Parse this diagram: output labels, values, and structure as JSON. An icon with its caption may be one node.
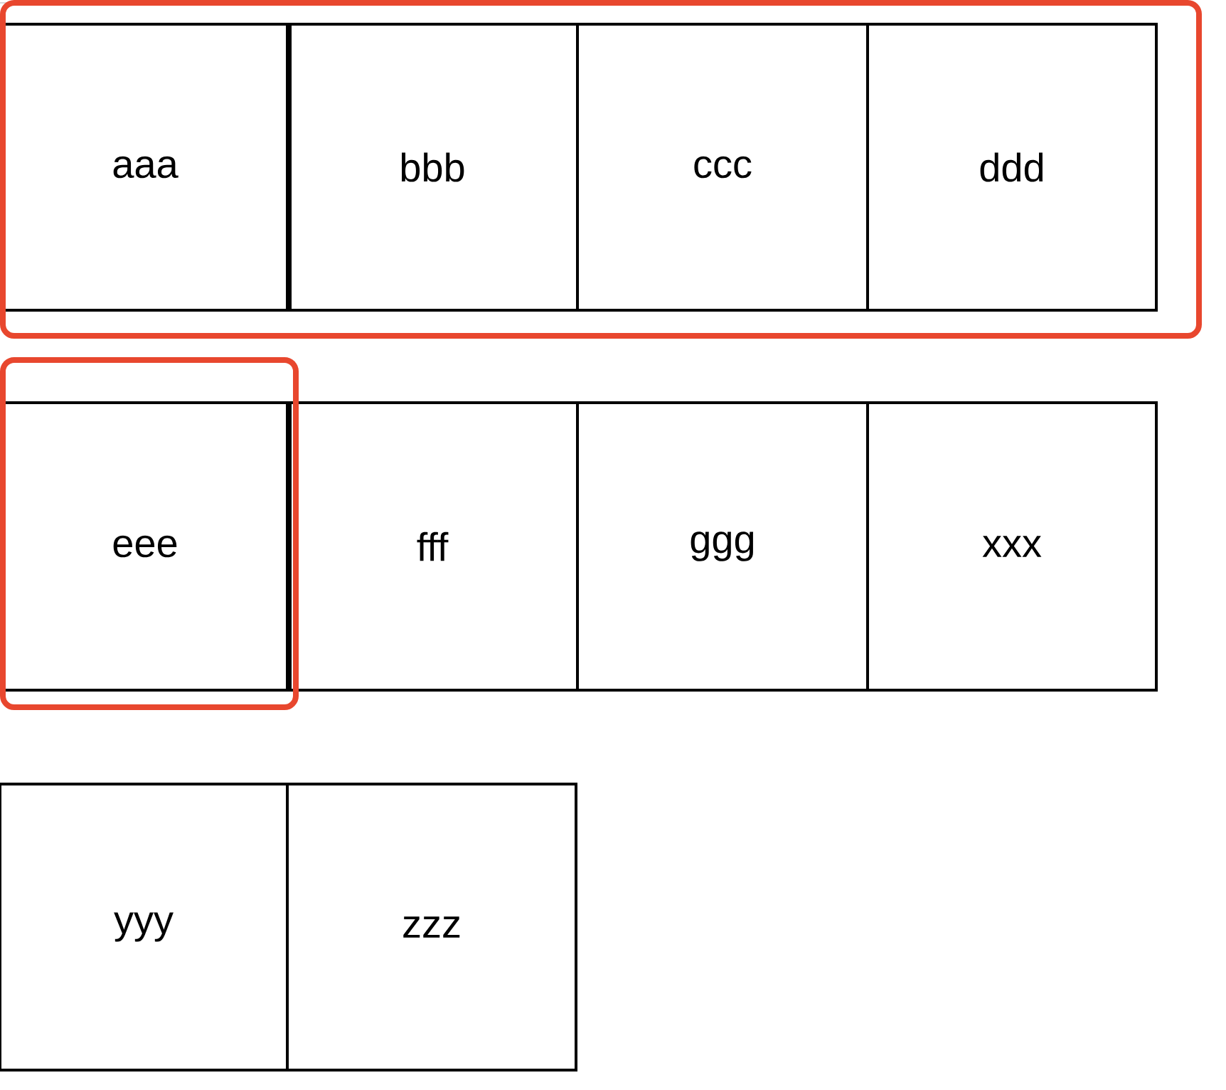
{
  "diagram": {
    "nodes": [
      {
        "text": [],
        "shape": "box"
      },
      {
        "text": [
          "aaa"
        ],
        "in": 0
      },
      {
        "text": [
          "bbb"
        ],
        "in": 0
      },
      {
        "text": [
          "ccc"
        ],
        "in": 0
      },
      {
        "text": [
          "ddd"
        ],
        "in": 0
      },
      {
        "text": [],
        "shape": "box"
      },
      {
        "text": [
          "eee"
        ],
        "in": 5
      },
      {
        "text": [
          "fff"
        ]
      },
      {
        "text": [
          "ggg"
        ]
      },
      {
        "text": [
          "xxx"
        ]
      },
      {
        "text": [
          "yyy"
        ]
      },
      {
        "text": [
          "zzz"
        ]
      }
    ]
  }
}
